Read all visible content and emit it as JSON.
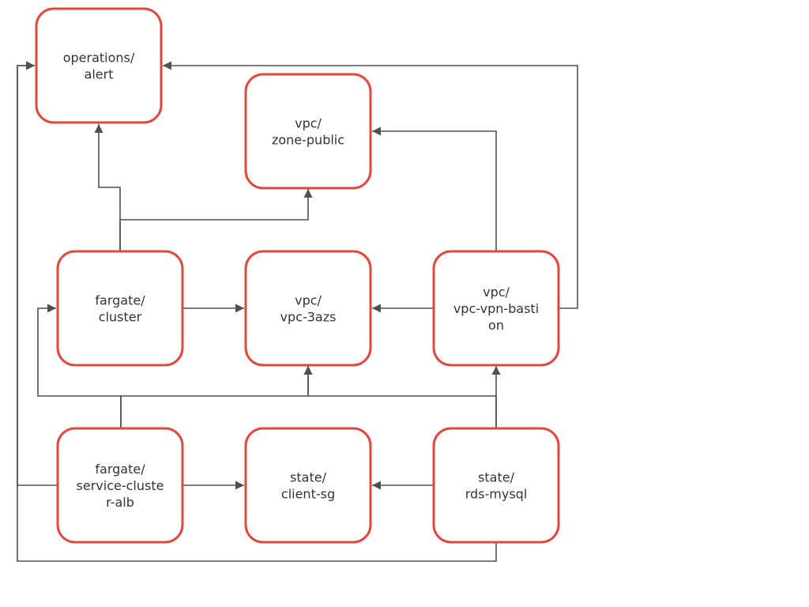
{
  "colors": {
    "node_border": "#e0483e",
    "edge": "#505050",
    "text": "#333333"
  },
  "nodes": [
    {
      "id": "operations-alert",
      "lines": [
        "operations/",
        "alert"
      ]
    },
    {
      "id": "vpc-zone-public",
      "lines": [
        "vpc/",
        "zone-public"
      ]
    },
    {
      "id": "fargate-cluster",
      "lines": [
        "fargate/",
        "cluster"
      ]
    },
    {
      "id": "vpc-vpc-3azs",
      "lines": [
        "vpc/",
        "vpc-3azs"
      ]
    },
    {
      "id": "vpc-vpc-vpn-bastion",
      "lines": [
        "vpc/",
        "vpc-vpn-basti",
        "on"
      ]
    },
    {
      "id": "fargate-service-cluster-alb",
      "lines": [
        "fargate/",
        "service-cluste",
        "r-alb"
      ]
    },
    {
      "id": "state-client-sg",
      "lines": [
        "state/",
        "client-sg"
      ]
    },
    {
      "id": "state-rds-mysql",
      "lines": [
        "state/",
        "rds-mysql"
      ]
    }
  ],
  "edges": [
    {
      "from": "fargate-cluster",
      "to": "operations-alert"
    },
    {
      "from": "fargate-cluster",
      "to": "vpc-zone-public"
    },
    {
      "from": "fargate-cluster",
      "to": "vpc-vpc-3azs"
    },
    {
      "from": "vpc-vpc-vpn-bastion",
      "to": "vpc-vpc-3azs"
    },
    {
      "from": "vpc-vpc-vpn-bastion",
      "to": "vpc-zone-public"
    },
    {
      "from": "vpc-vpc-vpn-bastion",
      "to": "operations-alert"
    },
    {
      "from": "fargate-service-cluster-alb",
      "to": "fargate-cluster"
    },
    {
      "from": "fargate-service-cluster-alb",
      "to": "vpc-vpc-3azs"
    },
    {
      "from": "fargate-service-cluster-alb",
      "to": "state-client-sg"
    },
    {
      "from": "fargate-service-cluster-alb",
      "to": "operations-alert"
    },
    {
      "from": "state-rds-mysql",
      "to": "state-client-sg"
    },
    {
      "from": "state-rds-mysql",
      "to": "vpc-vpc-3azs"
    },
    {
      "from": "state-rds-mysql",
      "to": "vpc-vpc-vpn-bastion"
    },
    {
      "from": "state-rds-mysql",
      "to": "operations-alert"
    }
  ]
}
